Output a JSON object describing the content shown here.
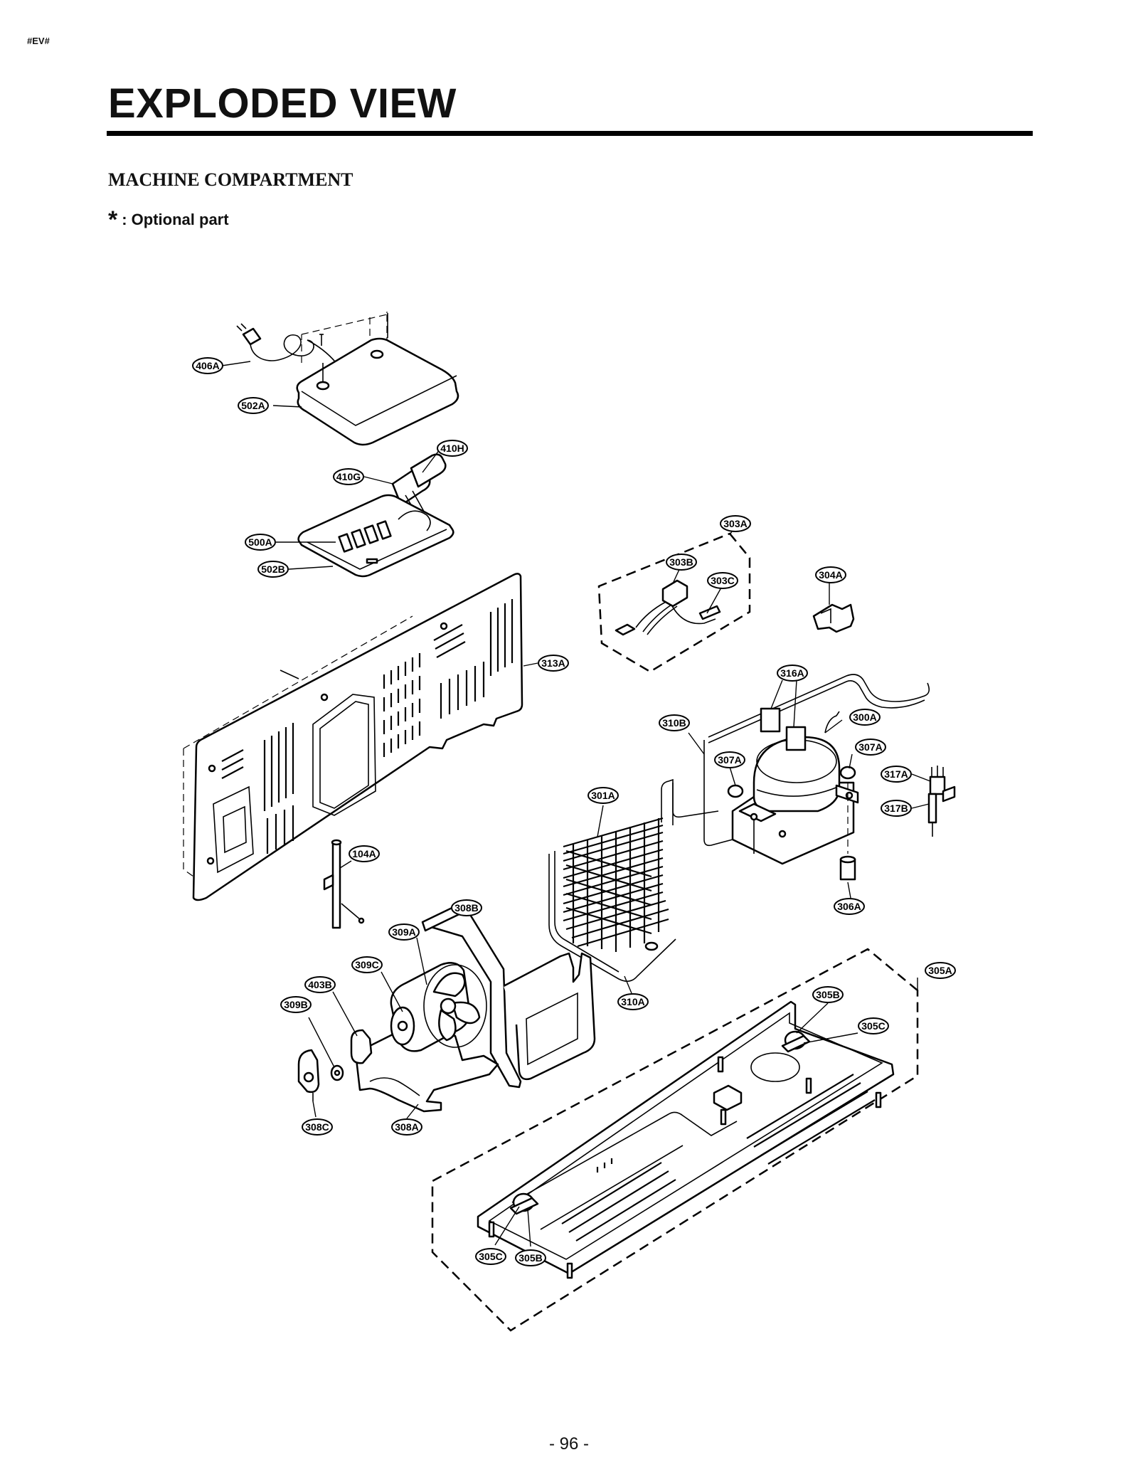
{
  "header": {
    "tag": "#EV#",
    "title": "EXPLODED VIEW",
    "subtitle": "MACHINE COMPARTMENT",
    "optional_symbol": "*",
    "optional_text": ": Optional part"
  },
  "footer": {
    "page_number": "- 96 -"
  },
  "callouts": [
    {
      "id": "406A",
      "label": "406A"
    },
    {
      "id": "502A",
      "label": "502A"
    },
    {
      "id": "410H",
      "label": "410H"
    },
    {
      "id": "410G",
      "label": "410G"
    },
    {
      "id": "500A",
      "label": "500A"
    },
    {
      "id": "502B",
      "label": "502B"
    },
    {
      "id": "303A",
      "label": "303A"
    },
    {
      "id": "303B",
      "label": "303B"
    },
    {
      "id": "303C",
      "label": "303C"
    },
    {
      "id": "304A",
      "label": "304A"
    },
    {
      "id": "313A",
      "label": "313A"
    },
    {
      "id": "316A",
      "label": "316A"
    },
    {
      "id": "310B",
      "label": "310B"
    },
    {
      "id": "300A",
      "label": "300A"
    },
    {
      "id": "307A-left",
      "label": "307A"
    },
    {
      "id": "307A-right",
      "label": "307A"
    },
    {
      "id": "317A",
      "label": "317A"
    },
    {
      "id": "317B",
      "label": "317B"
    },
    {
      "id": "301A",
      "label": "301A"
    },
    {
      "id": "104A",
      "label": "104A"
    },
    {
      "id": "306A",
      "label": "306A"
    },
    {
      "id": "308B",
      "label": "308B"
    },
    {
      "id": "309A",
      "label": "309A"
    },
    {
      "id": "309C",
      "label": "309C"
    },
    {
      "id": "403B",
      "label": "403B"
    },
    {
      "id": "309B",
      "label": "309B"
    },
    {
      "id": "310A",
      "label": "310A"
    },
    {
      "id": "305A",
      "label": "305A"
    },
    {
      "id": "305B-top",
      "label": "305B"
    },
    {
      "id": "305C-top",
      "label": "305C"
    },
    {
      "id": "308C",
      "label": "308C"
    },
    {
      "id": "308A",
      "label": "308A"
    },
    {
      "id": "305C-bottom",
      "label": "305C"
    },
    {
      "id": "305B-bottom",
      "label": "305B"
    }
  ]
}
